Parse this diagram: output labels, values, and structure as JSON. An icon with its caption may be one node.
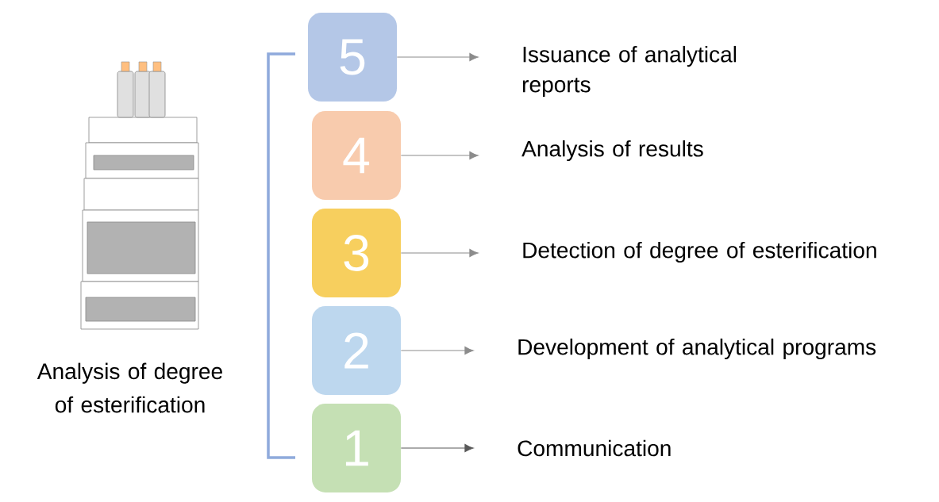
{
  "diagram": {
    "nodes": [
      {
        "text": [
          "5"
        ]
      },
      {
        "text": [
          "Issuance of analytical reports"
        ]
      },
      {
        "text": [
          "4"
        ]
      },
      {
        "text": [
          "Analysis of results"
        ]
      },
      {
        "text": [
          "3"
        ]
      },
      {
        "text": [
          "Detection of degree of esterification"
        ]
      },
      {
        "text": [
          "2"
        ]
      },
      {
        "text": [
          "Development of analytical programs"
        ]
      },
      {
        "text": [
          "1"
        ]
      },
      {
        "text": [
          "Communication"
        ]
      }
    ],
    "edges": [
      {
        "from": 0,
        "to": 1,
        "arrow": "to"
      },
      {
        "from": 2,
        "to": 3,
        "arrow": "to"
      },
      {
        "from": 4,
        "to": 5,
        "arrow": "to"
      },
      {
        "from": 6,
        "to": 7,
        "arrow": "to"
      },
      {
        "from": 8,
        "to": 9,
        "arrow": "to",
        "color": "#595959"
      }
    ],
    "labels": [
      "Analysis of degree of esterification"
    ]
  }
}
